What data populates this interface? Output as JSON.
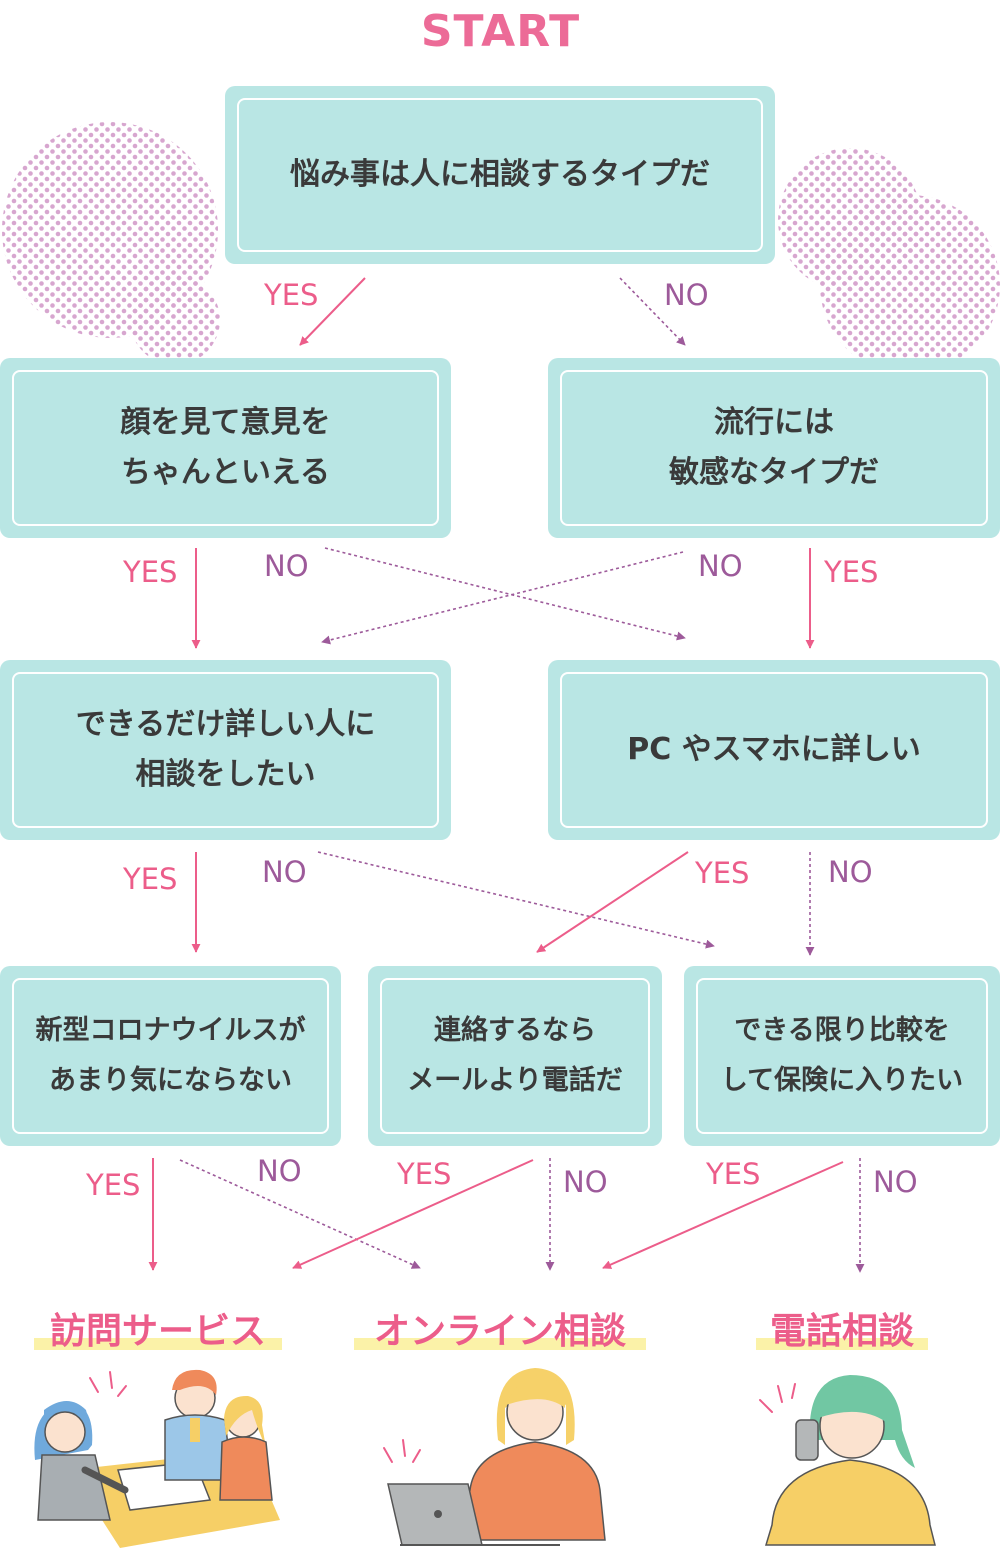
{
  "start": "START",
  "nodes": {
    "q1": [
      "悩み事は人に相談するタイプだ"
    ],
    "q2": [
      "顔を見て意見を",
      "ちゃんといえる"
    ],
    "q3": [
      "流行には",
      "敏感なタイプだ"
    ],
    "q4": [
      "できるだけ詳しい人に",
      "相談をしたい"
    ],
    "q5": [
      "PC やスマホに詳しい"
    ],
    "q6": [
      "新型コロナウイルスが",
      "あまり気にならない"
    ],
    "q7": [
      "連絡するなら",
      "メールより電話だ"
    ],
    "q8": [
      "できる限り比較を",
      "して保険に入りたい"
    ]
  },
  "labels": {
    "yes": "YES",
    "no": "NO"
  },
  "results": {
    "visit": "訪問サービス",
    "online": "オンライン相談",
    "phone": "電話相談"
  },
  "colors": {
    "start": "#ec6b97",
    "box_fill": "#b9e6e4",
    "yes_arrow": "#ec5d8a",
    "no_arrow": "#9d5a9a",
    "dots": "#d7a6cf",
    "highlight": "#fbf2a8"
  },
  "icons": [
    "visit-consultation-illustration",
    "online-consultation-illustration",
    "phone-consultation-illustration"
  ]
}
